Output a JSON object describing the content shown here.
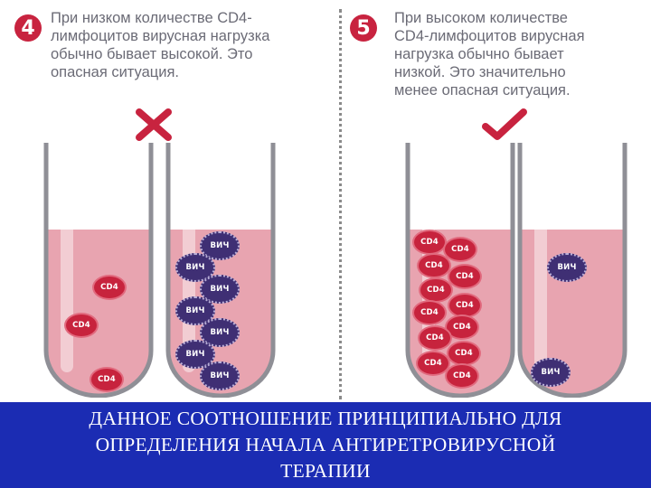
{
  "panel_left": {
    "number": "4",
    "caption": "При низком количестве CD4-\nлимфоцитов вирусная нагрузка\nобычно бывает высокой. Это\nопасная ситуация.",
    "mark": "cross-icon",
    "mark_color": "#c8233f"
  },
  "panel_right": {
    "number": "5",
    "caption": "При высоком количестве\nCD4-лимфоцитов вирусная\nнагрузка обычно бывает\nнизкой. Это значительно\nменее опасная ситуация.",
    "mark": "check-icon",
    "mark_color": "#c8233f"
  },
  "labels": {
    "cd4": "CD4",
    "hiv": "ВИЧ"
  },
  "colors": {
    "badge": "#c8233f",
    "cd4_cell": "#c7233d",
    "hiv_cell": "#3f2f74",
    "fluid": "#e8a4b0",
    "tube_outline": "#8f8f96",
    "banner": "#1b2cb3"
  },
  "banner": {
    "text": "ДАННОЕ СООТНОШЕНИЕ ПРИНЦИПИАЛЬНО ДЛЯ\nОПРЕДЕЛЕНИЯ НАЧАЛА АНТИРЕТРОВИРУСНОЙ\nТЕРАПИИ"
  }
}
